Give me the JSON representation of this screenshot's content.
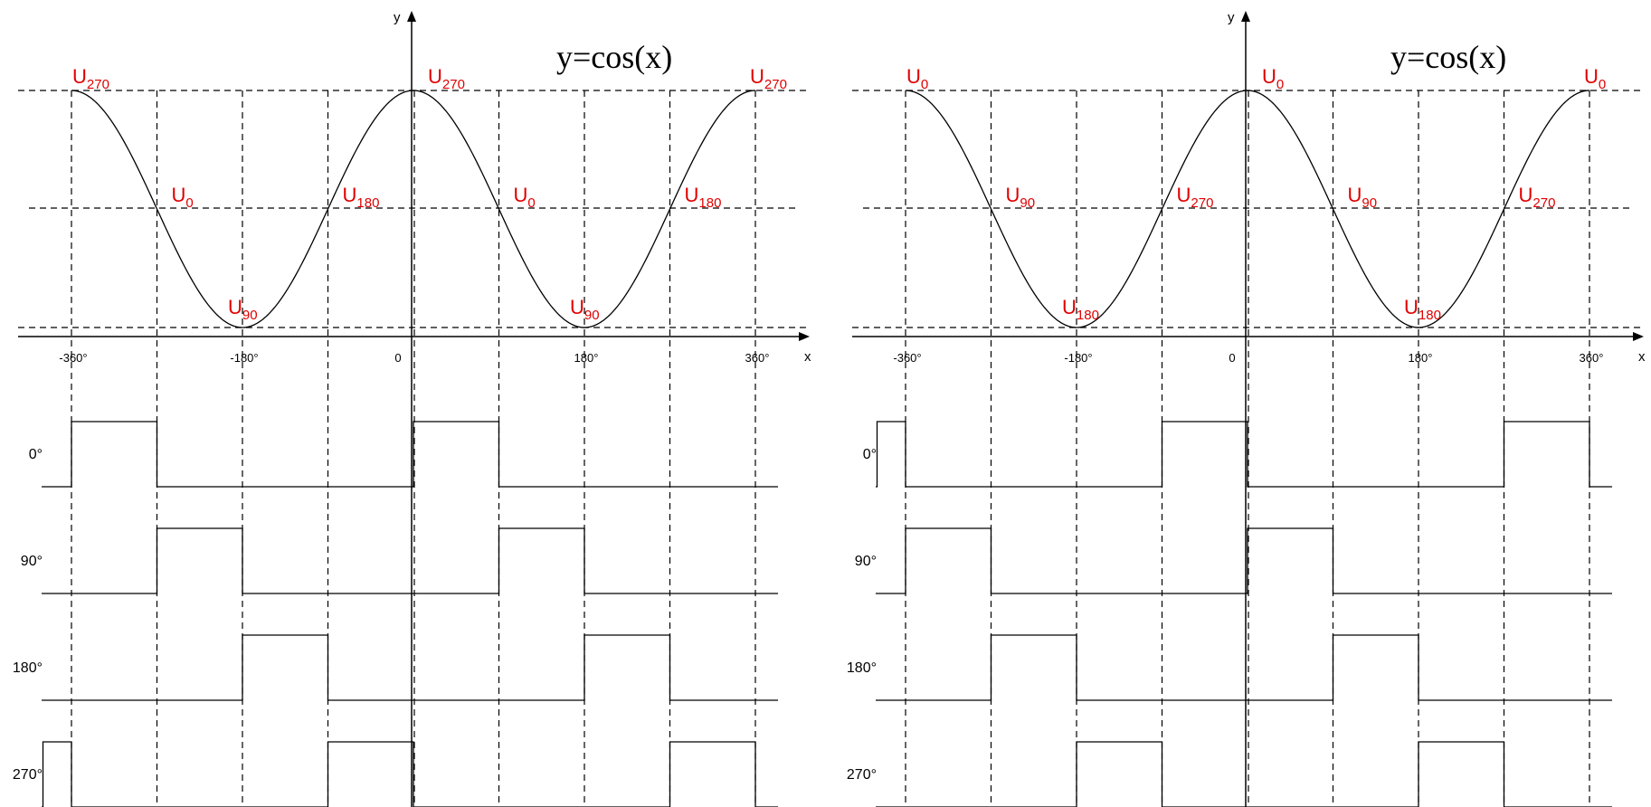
{
  "colors": {
    "line": "#000000",
    "label": "#e00000",
    "background": "#ffffff"
  },
  "panels": [
    {
      "title": "y=cos(x)",
      "axis": {
        "x_label": "x",
        "y_label": "y"
      },
      "ticks": [
        "-360°",
        "-180°",
        "0",
        "180°",
        "360°"
      ],
      "u_labels": [
        {
          "base": "U",
          "sub": "270",
          "x_deg": -360,
          "level": "top"
        },
        {
          "base": "U",
          "sub": "0",
          "x_deg": -270,
          "level": "mid"
        },
        {
          "base": "U",
          "sub": "90",
          "x_deg": -180,
          "level": "bottom"
        },
        {
          "base": "U",
          "sub": "180",
          "x_deg": -90,
          "level": "mid"
        },
        {
          "base": "U",
          "sub": "270",
          "x_deg": 0,
          "level": "top"
        },
        {
          "base": "U",
          "sub": "0",
          "x_deg": 90,
          "level": "mid"
        },
        {
          "base": "U",
          "sub": "90",
          "x_deg": 180,
          "level": "bottom"
        },
        {
          "base": "U",
          "sub": "180",
          "x_deg": 270,
          "level": "mid"
        },
        {
          "base": "U",
          "sub": "270",
          "x_deg": 360,
          "level": "top"
        }
      ],
      "markers_deg": [
        -360,
        -270,
        -180,
        -90,
        0,
        90,
        180,
        270,
        360
      ],
      "channels": [
        {
          "label": "0°",
          "high_ranges_deg": [
            [
              -360,
              -270
            ],
            [
              0,
              90
            ]
          ]
        },
        {
          "label": "90°",
          "high_ranges_deg": [
            [
              -270,
              -180
            ],
            [
              90,
              180
            ]
          ]
        },
        {
          "label": "180°",
          "high_ranges_deg": [
            [
              -180,
              -90
            ],
            [
              180,
              270
            ]
          ]
        },
        {
          "label": "270°",
          "high_ranges_deg": [
            [
              -390,
              -360
            ],
            [
              -90,
              0
            ],
            [
              270,
              360
            ]
          ]
        }
      ]
    },
    {
      "title": "y=cos(x)",
      "axis": {
        "x_label": "x",
        "y_label": "y"
      },
      "ticks": [
        "-360°",
        "-180°",
        "0",
        "180°",
        "360°"
      ],
      "u_labels": [
        {
          "base": "U",
          "sub": "0",
          "x_deg": -360,
          "level": "top"
        },
        {
          "base": "U",
          "sub": "90",
          "x_deg": -270,
          "level": "mid"
        },
        {
          "base": "U",
          "sub": "180",
          "x_deg": -180,
          "level": "bottom"
        },
        {
          "base": "U",
          "sub": "270",
          "x_deg": -90,
          "level": "mid"
        },
        {
          "base": "U",
          "sub": "0",
          "x_deg": 0,
          "level": "top"
        },
        {
          "base": "U",
          "sub": "90",
          "x_deg": 90,
          "level": "mid"
        },
        {
          "base": "U",
          "sub": "180",
          "x_deg": 180,
          "level": "bottom"
        },
        {
          "base": "U",
          "sub": "270",
          "x_deg": 270,
          "level": "mid"
        },
        {
          "base": "U",
          "sub": "0",
          "x_deg": 360,
          "level": "top"
        }
      ],
      "markers_deg": [
        -360,
        -270,
        -180,
        -90,
        0,
        90,
        180,
        270,
        360
      ],
      "channels": [
        {
          "label": "0°",
          "high_ranges_deg": [
            [
              -390,
              -360
            ],
            [
              -90,
              0
            ],
            [
              270,
              360
            ]
          ]
        },
        {
          "label": "90°",
          "high_ranges_deg": [
            [
              -360,
              -270
            ],
            [
              0,
              90
            ]
          ]
        },
        {
          "label": "180°",
          "high_ranges_deg": [
            [
              -270,
              -180
            ],
            [
              90,
              180
            ]
          ]
        },
        {
          "label": "270°",
          "high_ranges_deg": [
            [
              -180,
              -90
            ],
            [
              180,
              270
            ]
          ]
        }
      ]
    }
  ]
}
